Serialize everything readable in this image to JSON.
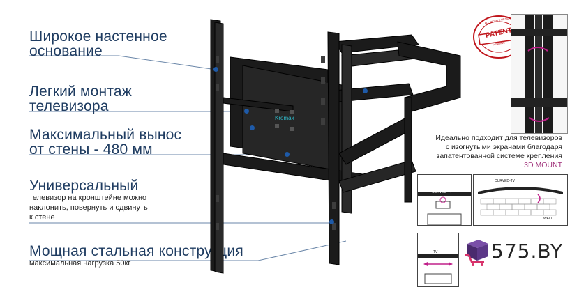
{
  "features": [
    {
      "title": "Широкое настенное",
      "title2": "основание"
    },
    {
      "title": "Легкий монтаж",
      "title2": "телевизора"
    },
    {
      "title": "Максимальный вынос",
      "title2": "от стены - 480 мм"
    },
    {
      "title": "Универсальный",
      "sub1": "телевизор на кронштейне можно",
      "sub2": "наклонить, повернуть и сдвинуть",
      "sub3": "к стене"
    },
    {
      "title": "Мощная стальная конструкция",
      "sub1": "максимальная нагрузка 50кг"
    }
  ],
  "note": {
    "line1": "Идеально подходит для телевизоров",
    "line2": "с изогнутыми экранами благодаря",
    "line3": "запатентованной системе крепления",
    "mount": "3D MOUNT"
  },
  "patent": {
    "label": "PATENT",
    "ring": "ALL RIGHTS RESERVED",
    "small": "PENDING"
  },
  "bracket_brand": "Kromax",
  "diagram1": {
    "tv_label": "CURVED-TV"
  },
  "diagram2": {
    "tv_label": "CURVED-TV",
    "wall_label": "WALL"
  },
  "diagram3": {
    "tv_label": "TV"
  },
  "logo": {
    "text": "575.BY"
  },
  "colors": {
    "accent": "#1f3c61",
    "dot": "#1e5aa8",
    "mount": "#a0307a",
    "patent": "#c0161c",
    "logo_cube": "#4a2a6e",
    "logo_cart": "#d8326a"
  }
}
